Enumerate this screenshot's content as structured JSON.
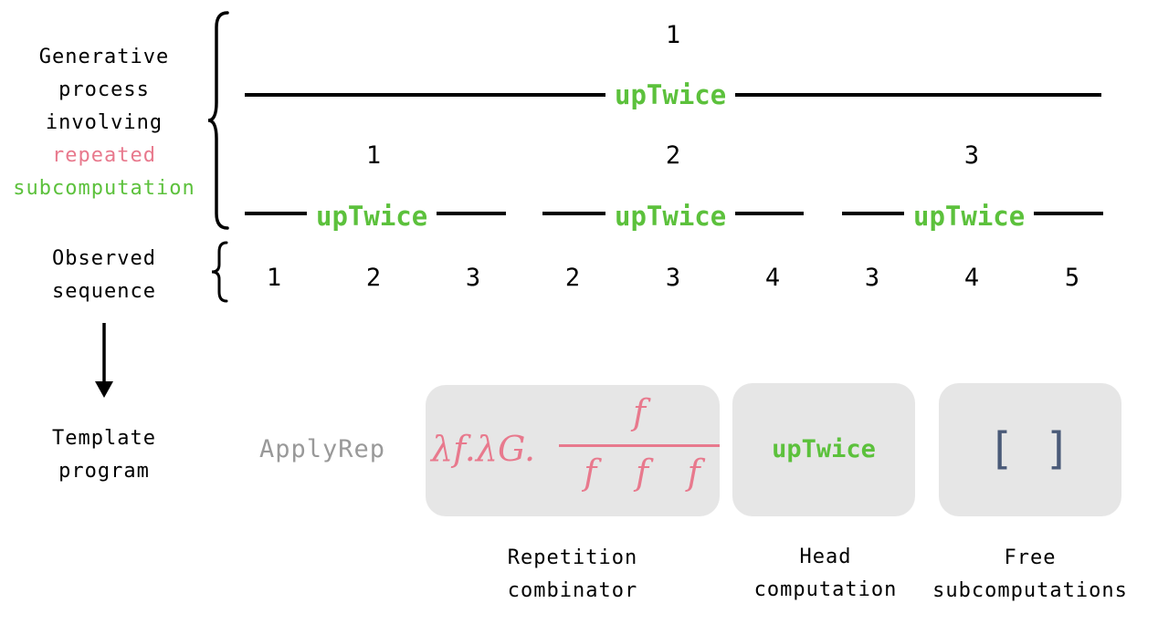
{
  "left_labels": {
    "generative": [
      "Generative",
      "process",
      "involving"
    ],
    "repeated": "repeated",
    "subcomputation": "subcomputation",
    "observed": [
      "Observed",
      "sequence"
    ],
    "template": [
      "Template",
      "program"
    ]
  },
  "top_level": {
    "number": "1",
    "label": "upTwice"
  },
  "middle_level": {
    "numbers": [
      "1",
      "2",
      "3"
    ],
    "labels": [
      "upTwice",
      "upTwice",
      "upTwice"
    ]
  },
  "observed_sequence": [
    "1",
    "2",
    "3",
    "2",
    "3",
    "4",
    "3",
    "4",
    "5"
  ],
  "template_program": {
    "apply_label": "ApplyRep",
    "combinator": {
      "lambda_prefix": "λf.λG.",
      "numerator": "f",
      "denominator": [
        "f",
        "f",
        "f"
      ]
    },
    "head": "upTwice",
    "free": "[ ]"
  },
  "captions": {
    "repetition": [
      "Repetition",
      "combinator"
    ],
    "head": [
      "Head",
      "computation"
    ],
    "free": [
      "Free",
      "subcomputations"
    ]
  },
  "colors": {
    "green": "#5cc13c",
    "pink": "#e8798d",
    "box": "#e6e6e6",
    "gray_text": "#999999",
    "bracket": "#4a5a78"
  }
}
